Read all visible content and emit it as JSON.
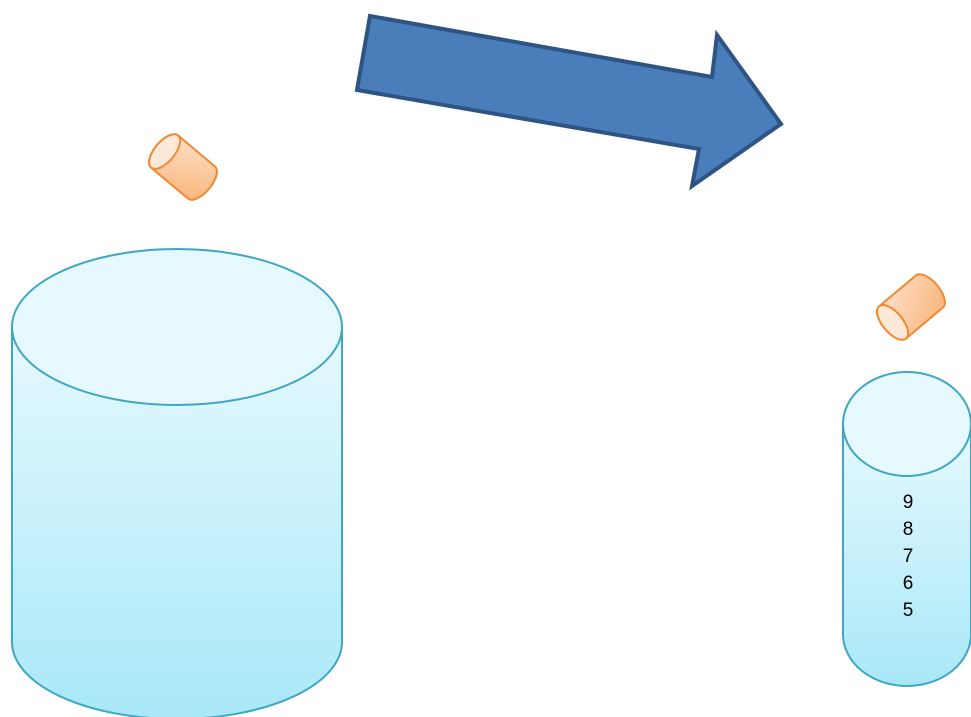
{
  "diagram": {
    "colors": {
      "cylinder_fill_top": "#E6F9FE",
      "cylinder_fill_bottom": "#A9E8F8",
      "cylinder_stroke": "#3FA6C4",
      "arrow_fill": "#4A7EBB",
      "arrow_stroke": "#2E5484",
      "cork_fill_light": "#FDE3CC",
      "cork_fill_dark": "#F9B47A",
      "cork_stroke": "#EE8A33"
    },
    "large_cylinder": {
      "label": ""
    },
    "small_cylinder": {
      "items": [
        "9",
        "8",
        "7",
        "6",
        "5"
      ]
    },
    "arrow": {
      "direction": "right"
    }
  }
}
